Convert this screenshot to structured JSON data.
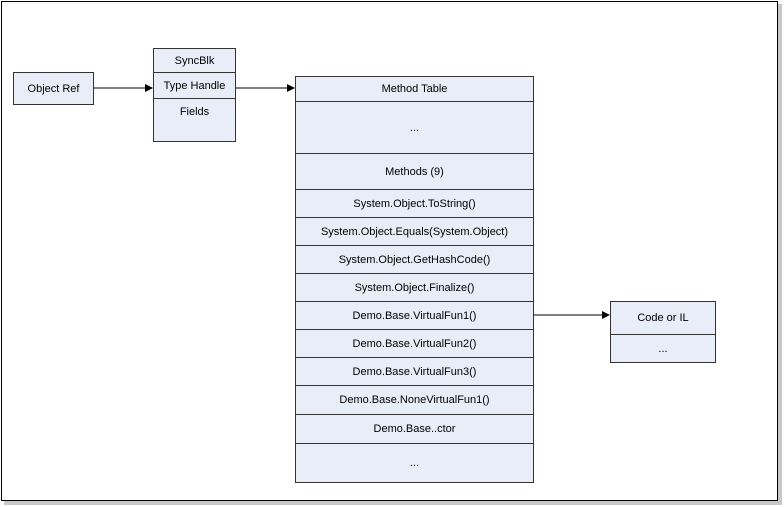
{
  "object_ref": {
    "label": "Object Ref"
  },
  "object": {
    "rows": [
      "SyncBlk",
      "Type Handle",
      "Fields"
    ]
  },
  "method_table": {
    "rows": [
      "Method Table",
      "...",
      "Methods (9)",
      "System.Object.ToString()",
      "System.Object.Equals(System.Object)",
      "System.Object.GetHashCode()",
      "System.Object.Finalize()",
      "Demo.Base.VirtualFun1()",
      "Demo.Base.VirtualFun2()",
      "Demo.Base.VirtualFun3()",
      "Demo.Base.NoneVirtualFun1()",
      "Demo.Base..ctor",
      "..."
    ]
  },
  "code": {
    "rows": [
      "Code or IL",
      "..."
    ]
  },
  "colors": {
    "box_fill": "#e8edf7",
    "border": "#333333"
  }
}
